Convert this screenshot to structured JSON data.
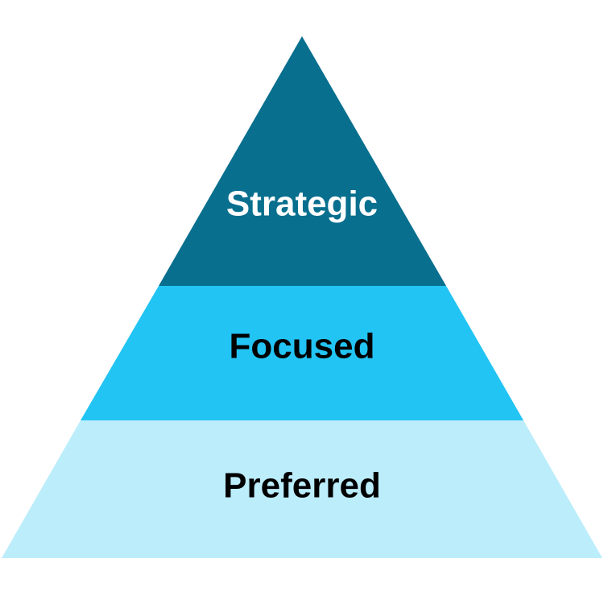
{
  "pyramid": {
    "tiers": [
      {
        "label": "Strategic",
        "fill": "#086F8E",
        "text_color": "#FFFFFF"
      },
      {
        "label": "Focused",
        "fill": "#22C4F3",
        "text_color": "#000000"
      },
      {
        "label": "Preferred",
        "fill": "#BCEDFB",
        "text_color": "#000000"
      }
    ]
  }
}
